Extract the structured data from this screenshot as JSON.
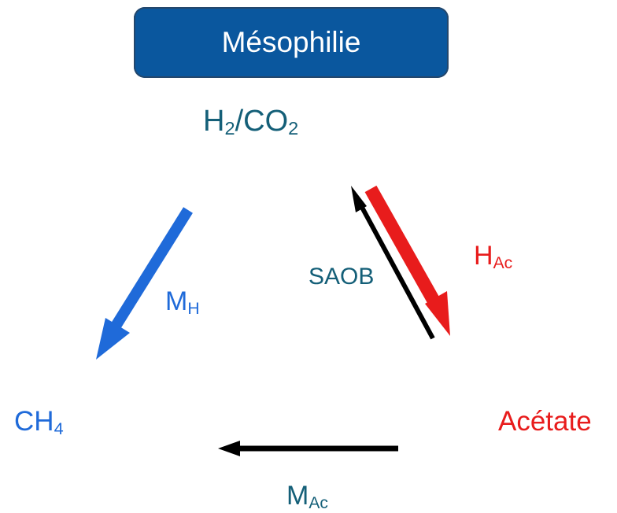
{
  "title": "Mésophilie",
  "nodes": {
    "h2co2": {
      "main": "H",
      "sub1": "2",
      "mid": "/CO",
      "sub2": "2"
    },
    "ch4": {
      "main": "CH",
      "sub": "4"
    },
    "acetate": {
      "label": "Acétate"
    }
  },
  "arrow_labels": {
    "mh": {
      "main": "M",
      "sub": "H"
    },
    "saob": {
      "label": "SAOB"
    },
    "hac": {
      "main": "H",
      "sub": "Ac"
    },
    "mac": {
      "main": "M",
      "sub": "Ac"
    }
  },
  "colors": {
    "title_bg": "#0a579e",
    "title_text": "#ffffff",
    "teal": "#145f78",
    "blue": "#1f6ad9",
    "red": "#e81c1c",
    "black": "#000000"
  }
}
